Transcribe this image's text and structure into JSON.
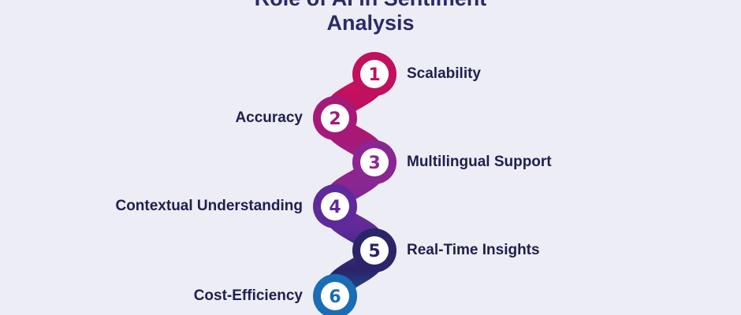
{
  "title": {
    "line1": "Role of AI in Sentiment",
    "line2": "Analysis"
  },
  "steps": [
    {
      "number": "1",
      "label": "Scalability",
      "color": "#c0105e"
    },
    {
      "number": "2",
      "label": "Accuracy",
      "color": "#a51a78"
    },
    {
      "number": "3",
      "label": "Multilingual Support",
      "color": "#8a2691"
    },
    {
      "number": "4",
      "label": "Contextual Understanding",
      "color": "#5e2a9a"
    },
    {
      "number": "5",
      "label": "Real-Time Insights",
      "color": "#2b2468"
    },
    {
      "number": "6",
      "label": "Cost-Efficiency",
      "color": "#1a6db5"
    }
  ]
}
